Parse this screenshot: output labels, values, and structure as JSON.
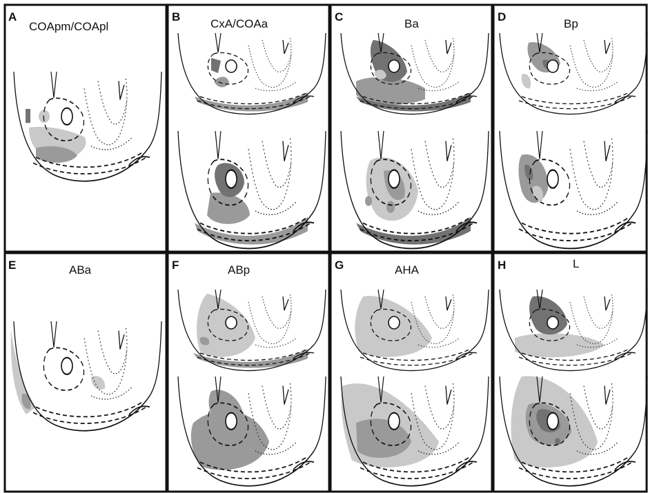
{
  "panels": [
    {
      "letter": "A",
      "title": "COApm/COApl"
    },
    {
      "letter": "B",
      "title": "CxA/COAa"
    },
    {
      "letter": "C",
      "title": "Ba"
    },
    {
      "letter": "D",
      "title": "Bp"
    },
    {
      "letter": "E",
      "title": "ABa"
    },
    {
      "letter": "F",
      "title": "ABp"
    },
    {
      "letter": "G",
      "title": "AHA"
    },
    {
      "letter": "H",
      "title": "L"
    }
  ],
  "legend": {
    "shading_levels": [
      "light",
      "medium",
      "dark"
    ],
    "colors": {
      "light": "#c9c9c9",
      "medium": "#9a9a9a",
      "dark": "#727272",
      "frame": "#111111"
    }
  }
}
